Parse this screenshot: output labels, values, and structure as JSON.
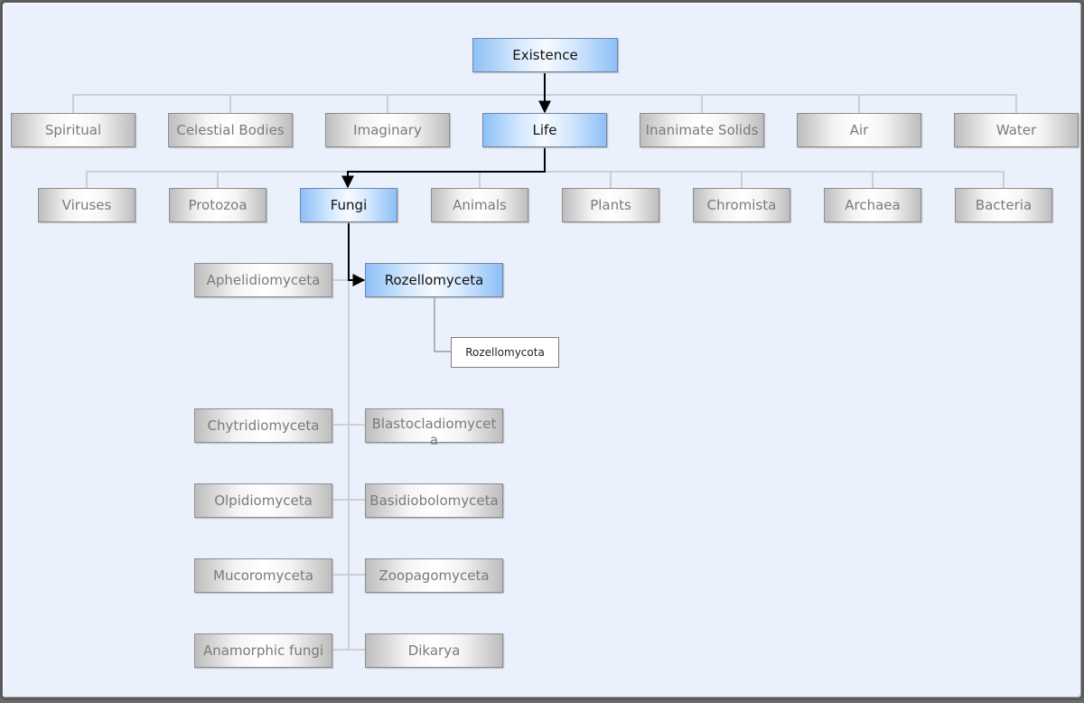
{
  "root": {
    "label": "Existence"
  },
  "level1": [
    {
      "label": "Spiritual"
    },
    {
      "label": "Celestial Bodies"
    },
    {
      "label": "Imaginary"
    },
    {
      "label": "Life"
    },
    {
      "label": "Inanimate Solids"
    },
    {
      "label": "Air"
    },
    {
      "label": "Water"
    }
  ],
  "level2": [
    {
      "label": "Viruses"
    },
    {
      "label": "Protozoa"
    },
    {
      "label": "Fungi"
    },
    {
      "label": "Animals"
    },
    {
      "label": "Plants"
    },
    {
      "label": "Chromista"
    },
    {
      "label": "Archaea"
    },
    {
      "label": "Bacteria"
    }
  ],
  "fungi_left": [
    {
      "label": "Aphelidiomyceta"
    },
    {
      "label": "Chytridiomyceta"
    },
    {
      "label": "Olpidiomyceta"
    },
    {
      "label": "Mucoromyceta"
    },
    {
      "label": "Anamorphic fungi"
    }
  ],
  "fungi_right": [
    {
      "label": "Rozellomyceta"
    },
    {
      "label": "Blastocladiomyceta"
    },
    {
      "label": "Basidiobolomyceta"
    },
    {
      "label": "Zoopagomyceta"
    },
    {
      "label": "Dikarya"
    }
  ],
  "phylum": [
    {
      "label": "Rozellomycota"
    }
  ],
  "selected_path": [
    "Existence",
    "Life",
    "Fungi",
    "Rozellomyceta"
  ],
  "colors": {
    "selected_node": "#8dbff7",
    "unselected_node": "#bdbdbd",
    "connector": "#cfcfcf",
    "selected_connector": "#000000",
    "background": "#eaf1fd"
  }
}
